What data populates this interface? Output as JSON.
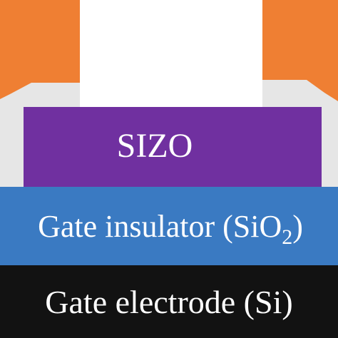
{
  "diagram": {
    "channel_layer": {
      "label": "SIZO",
      "color": "#7030a0"
    },
    "gate_insulator": {
      "label_main": "Gate insulator (SiO",
      "label_subscript": "2",
      "label_end": ")",
      "color": "#3a7ac2"
    },
    "gate_electrode": {
      "label": "Gate electrode (Si)",
      "color": "#121212"
    },
    "source_drain": {
      "contact_color": "#ef7f33",
      "passivation_color": "#e6e6e6"
    }
  }
}
